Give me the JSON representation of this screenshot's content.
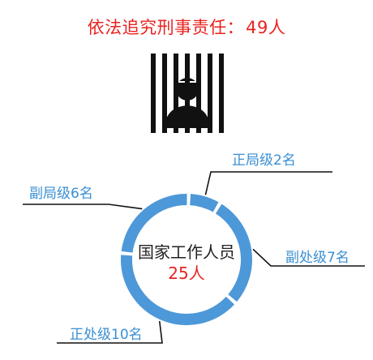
{
  "headline": {
    "text": "依法追究刑事责任：",
    "number": "49人"
  },
  "icon": {
    "name": "prisoner-behind-bars-icon",
    "color": "#111111"
  },
  "chart_data": {
    "type": "pie",
    "donut": true,
    "center_title": "国家工作人员",
    "center_value": "25人",
    "total": 25,
    "color": "#4d98d8",
    "slices": [
      {
        "label": "正局级2名",
        "value": 2
      },
      {
        "label": "副处级7名",
        "value": 7
      },
      {
        "label": "正处级10名",
        "value": 10
      },
      {
        "label": "副局级6名",
        "value": 6
      }
    ]
  }
}
